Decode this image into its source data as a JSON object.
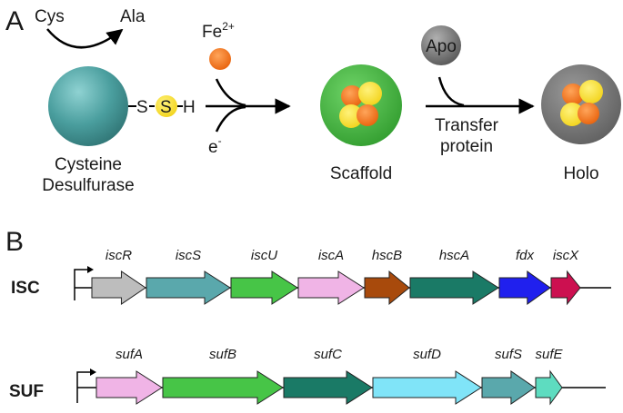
{
  "panel_a": {
    "letter": "A",
    "substrate": "Cys",
    "product": "Ala",
    "enzyme_line1": "Cysteine",
    "enzyme_line2": "Desulfurase",
    "persulfide_s1": "S",
    "persulfide_s2": "S",
    "persulfide_h": "H",
    "iron_base": "Fe",
    "iron_charge": "2+",
    "electron_base": "e",
    "electron_charge": "-",
    "scaffold": "Scaffold",
    "apo": "Apo",
    "transfer_line1": "Transfer",
    "transfer_line2": "protein",
    "holo": "Holo",
    "colors": {
      "enzyme": "#4a9e9e",
      "sulfur": "#f2d31b",
      "iron": "#f07818",
      "scaffold": "#3fb43c",
      "apo": "#7a7a7a"
    }
  },
  "panel_b": {
    "letter": "B",
    "operons": [
      {
        "name": "ISC",
        "genes": [
          {
            "name": "iscR",
            "color": "#bdbdbd"
          },
          {
            "name": "iscS",
            "color": "#5aa8ac"
          },
          {
            "name": "iscU",
            "color": "#47c547"
          },
          {
            "name": "iscA",
            "color": "#f0b4e6"
          },
          {
            "name": "hscB",
            "color": "#a84a0c"
          },
          {
            "name": "hscA",
            "color": "#1a7a66"
          },
          {
            "name": "fdx",
            "color": "#2020ee"
          },
          {
            "name": "iscX",
            "color": "#cc1050"
          }
        ]
      },
      {
        "name": "SUF",
        "genes": [
          {
            "name": "sufA",
            "color": "#f0b4e6"
          },
          {
            "name": "sufB",
            "color": "#47c547"
          },
          {
            "name": "sufC",
            "color": "#1a7a66"
          },
          {
            "name": "sufD",
            "color": "#80e4f8"
          },
          {
            "name": "sufS",
            "color": "#5aa8ac"
          },
          {
            "name": "sufE",
            "color": "#5edcc0"
          }
        ]
      }
    ]
  }
}
